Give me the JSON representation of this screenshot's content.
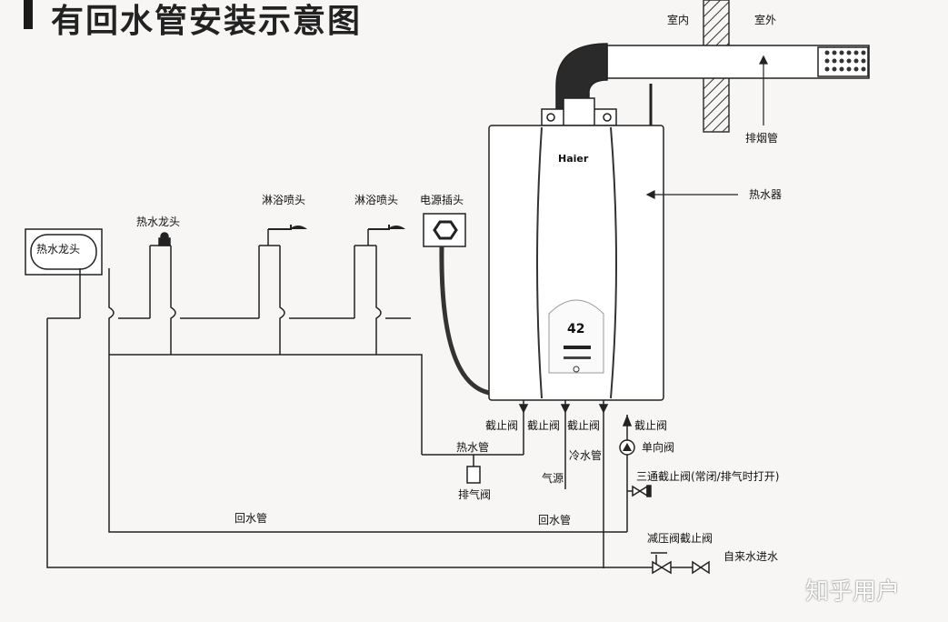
{
  "title": "有回水管安装示意图",
  "watermark": "知乎用户",
  "brand": "Haier",
  "display": "42",
  "labels": {
    "indoor": "室内",
    "outdoor": "室外",
    "exhaust_pipe": "排烟管",
    "water_heater": "热水器",
    "power_socket": "电源插头",
    "shower_head_1": "淋浴喷头",
    "shower_head_2": "淋浴喷头",
    "hot_faucet_1": "热水龙头",
    "hot_faucet_2": "热水龙头",
    "stop_valve_1": "截止阀",
    "stop_valve_2": "截止阀",
    "stop_valve_3": "截止阀",
    "stop_valve_4": "截止阀",
    "hot_water_pipe": "热水管",
    "cold_water_pipe": "冷水管",
    "gas_source": "气源",
    "check_valve": "单向阀",
    "air_vent_valve": "排气阀",
    "three_way_valve": "三通截止阀(常闭/排气时打开)",
    "return_pipe_1": "回水管",
    "return_pipe_2": "回水管",
    "reducing_valve": "减压阀截止阀",
    "tap_water_inlet": "自来水进水"
  }
}
